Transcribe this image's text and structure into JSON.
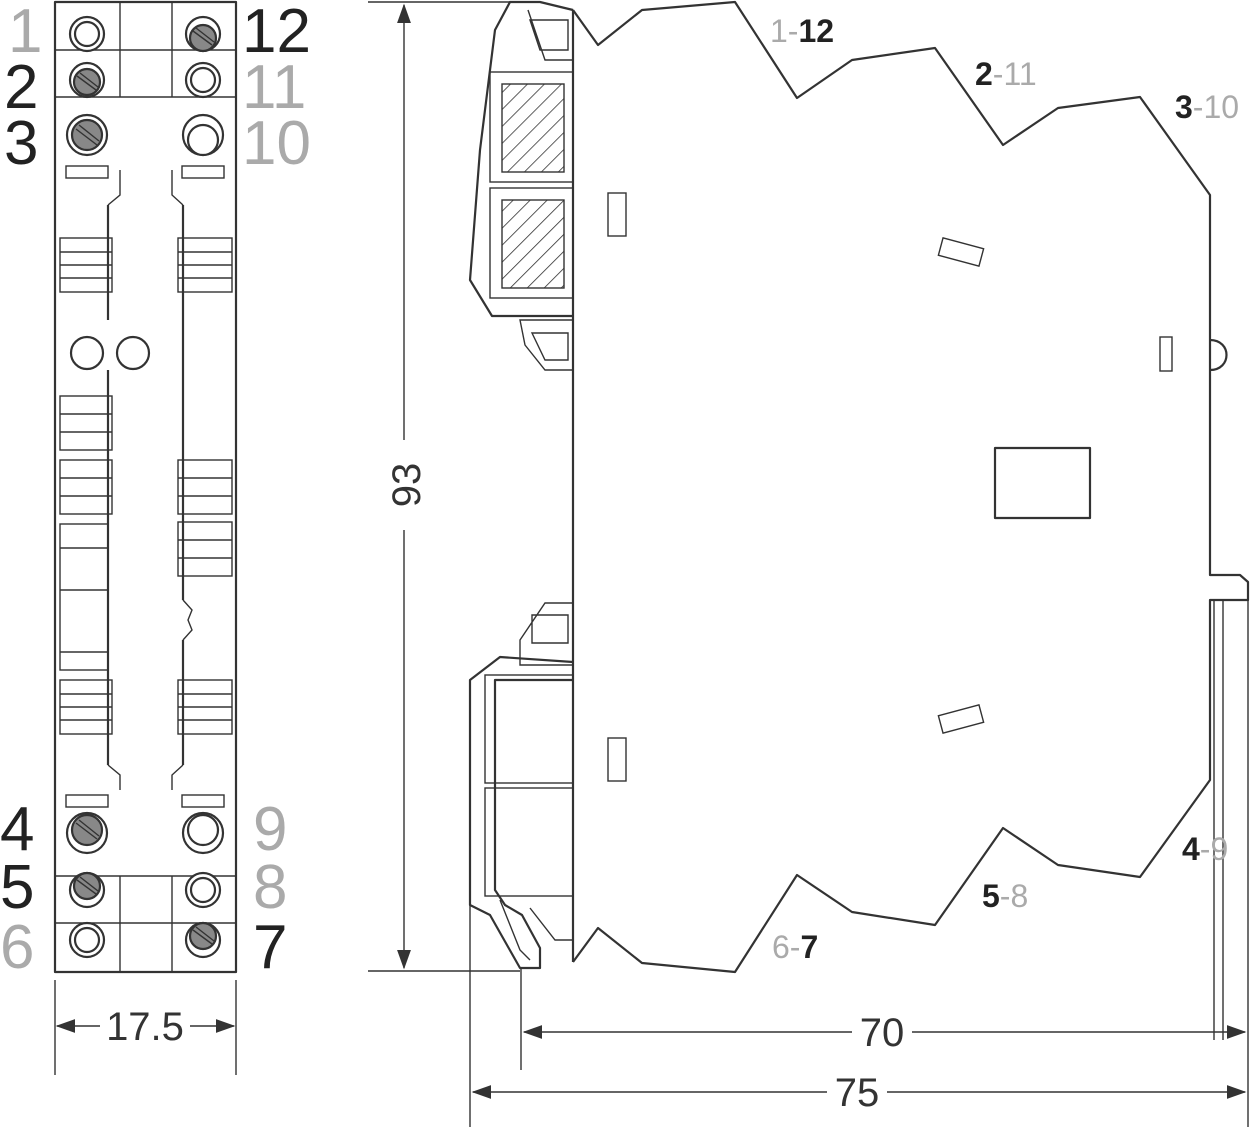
{
  "front_view": {
    "terminals_left": [
      "1",
      "2",
      "3",
      "4",
      "5",
      "6"
    ],
    "terminals_right": [
      "12",
      "11",
      "10",
      "9",
      "8",
      "7"
    ],
    "colors": {
      "active": "#222222",
      "inactive": "#aaaaaa"
    }
  },
  "side_view": {
    "pair_labels": [
      {
        "a": "1",
        "sep": "-",
        "b": "12"
      },
      {
        "a": "2",
        "sep": "-",
        "b": "11"
      },
      {
        "a": "3",
        "sep": "-",
        "b": "10"
      },
      {
        "a": "4",
        "sep": "-",
        "b": "9"
      },
      {
        "a": "5",
        "sep": "-",
        "b": "8"
      },
      {
        "a": "6",
        "sep": "-",
        "b": "7"
      }
    ]
  },
  "dimensions": {
    "width": "17.5",
    "height": "93",
    "depth_body": "70",
    "depth_total": "75"
  }
}
